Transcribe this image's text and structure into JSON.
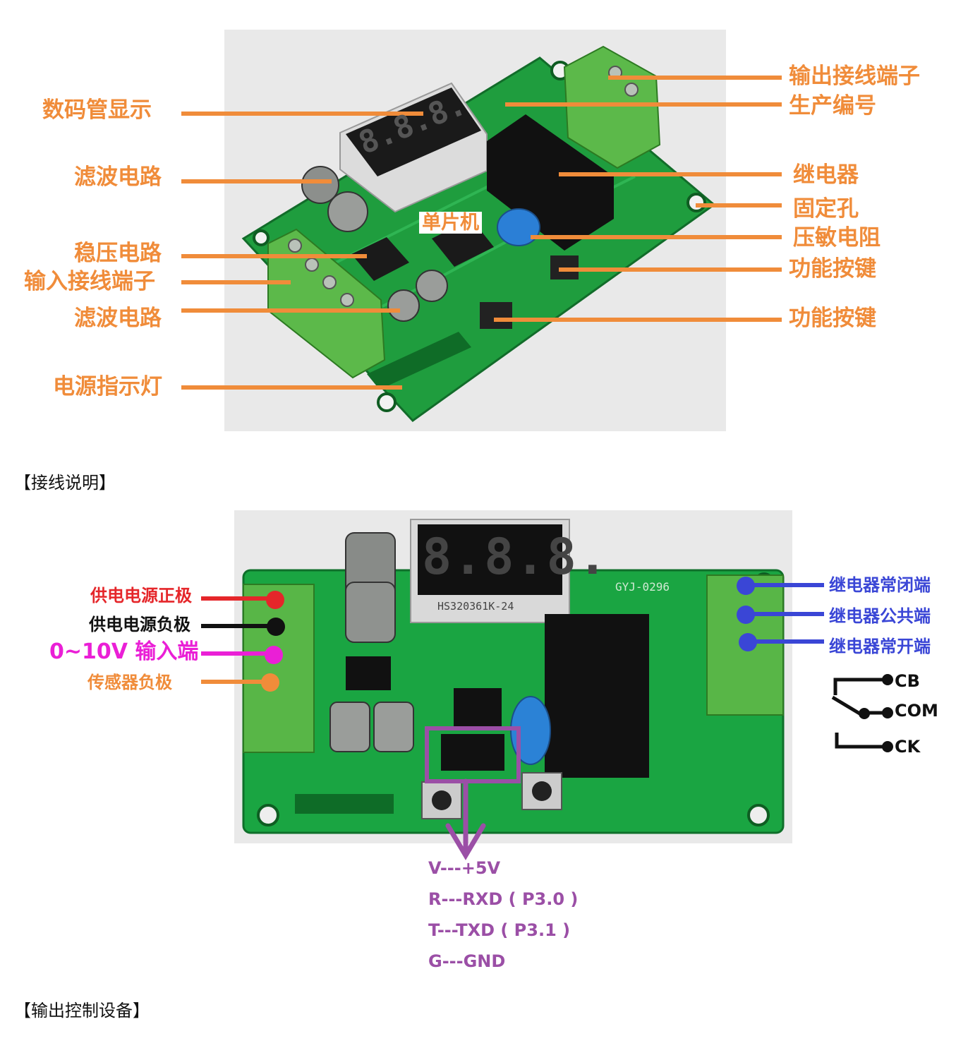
{
  "top_labels_left": [
    {
      "id": "digit-display",
      "text": "数码管显示"
    },
    {
      "id": "filter-circuit-1",
      "text": "滤波电路"
    },
    {
      "id": "regulator-circuit",
      "text": "稳压电路"
    },
    {
      "id": "input-terminal",
      "text": "输入接线端子"
    },
    {
      "id": "filter-circuit-2",
      "text": "滤波电路"
    },
    {
      "id": "power-led",
      "text": "电源指示灯"
    }
  ],
  "top_labels_right": [
    {
      "id": "output-terminal",
      "text": "输出接线端子"
    },
    {
      "id": "serial-number",
      "text": "生产编号"
    },
    {
      "id": "relay",
      "text": "继电器"
    },
    {
      "id": "mount-hole",
      "text": "固定孔"
    },
    {
      "id": "varistor",
      "text": "压敏电阻"
    },
    {
      "id": "func-key-1",
      "text": "功能按键"
    },
    {
      "id": "func-key-2",
      "text": "功能按键"
    }
  ],
  "mcu_label": "单片机",
  "display_text": "8.8.8.",
  "display_part": "HS320361K-24",
  "board_sn": "GYJ-0296",
  "section_wiring": "【接线说明】",
  "section_output": "【输出控制设备】",
  "wiring_left": [
    {
      "id": "power-positive",
      "text": "供电电源正极",
      "color": "#e5262a"
    },
    {
      "id": "power-negative",
      "text": "供电电源负极",
      "color": "#111111"
    },
    {
      "id": "input-0-10v",
      "text": "0~10V 输入端",
      "color": "#ea1fd6"
    },
    {
      "id": "sensor-negative",
      "text": "传感器负极",
      "color": "#f08c3a"
    }
  ],
  "wiring_right": [
    {
      "id": "relay-nc",
      "text": "继电器常闭端",
      "color": "#3a46d6"
    },
    {
      "id": "relay-com",
      "text": "继电器公共端",
      "color": "#3a46d6"
    },
    {
      "id": "relay-no",
      "text": "继电器常开端",
      "color": "#3a46d6"
    }
  ],
  "relay_schematic": {
    "cb": "CB",
    "com": "COM",
    "ck": "CK"
  },
  "serial_pins": [
    "V---+5V",
    "R---RXD ( P3.0 )",
    "T---TXD ( P3.1 )",
    "G---GND"
  ],
  "colors": {
    "label_orange": "#f08c3a",
    "pcb_green": "#1aa542",
    "terminal_green": "#58b647",
    "pin_purple": "#9b4fa6",
    "relay_blue": "#3a46d6"
  }
}
